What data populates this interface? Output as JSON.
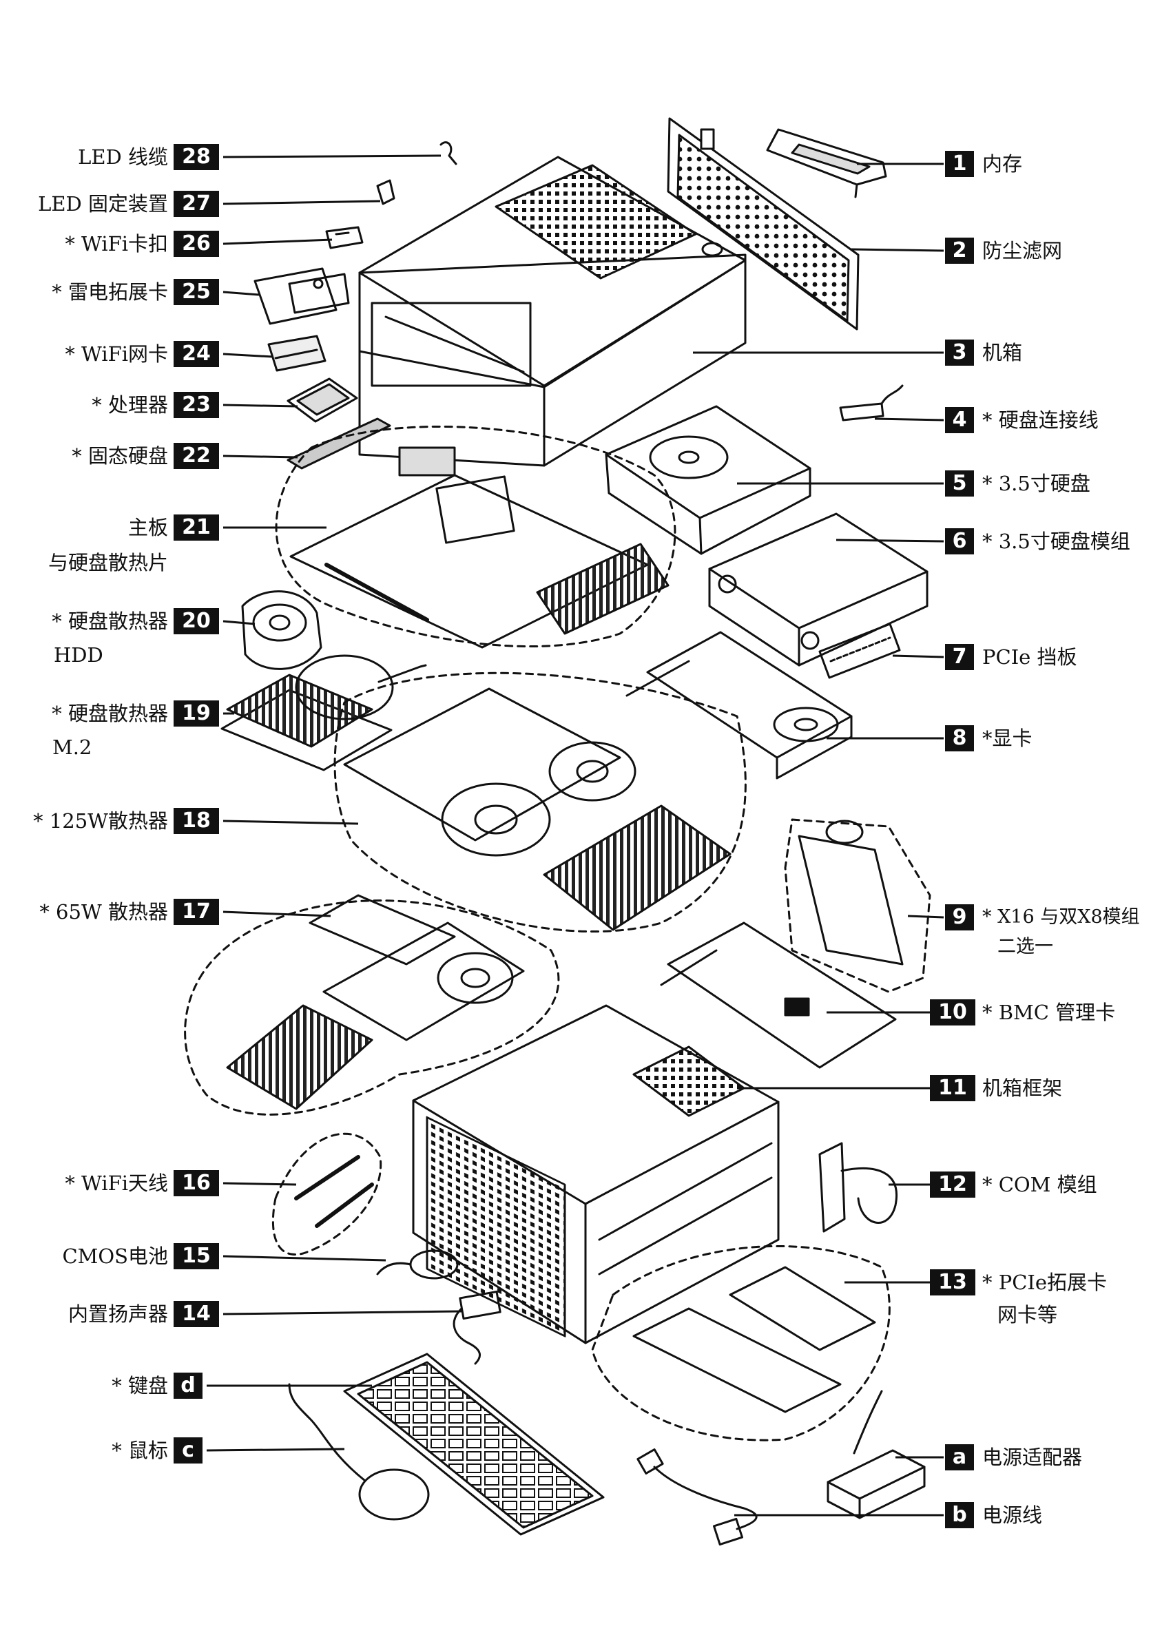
{
  "left": [
    {
      "id": "28",
      "lines": [
        "LED 线缆"
      ]
    },
    {
      "id": "27",
      "lines": [
        "LED 固定装置"
      ]
    },
    {
      "id": "26",
      "lines": [
        "* WiFi卡扣"
      ]
    },
    {
      "id": "25",
      "lines": [
        "* 雷电拓展卡"
      ]
    },
    {
      "id": "24",
      "lines": [
        "* WiFi网卡"
      ]
    },
    {
      "id": "23",
      "lines": [
        "* 处理器"
      ]
    },
    {
      "id": "22",
      "lines": [
        "* 固态硬盘"
      ]
    },
    {
      "id": "21",
      "lines": [
        "主板",
        "与硬盘散热片"
      ]
    },
    {
      "id": "20",
      "lines": [
        "* 硬盘散热器",
        "HDD"
      ]
    },
    {
      "id": "19",
      "lines": [
        "* 硬盘散热器",
        "M.2"
      ]
    },
    {
      "id": "18",
      "lines": [
        "* 125W散热器"
      ]
    },
    {
      "id": "17",
      "lines": [
        "* 65W 散热器"
      ]
    },
    {
      "id": "16",
      "lines": [
        "* WiFi天线"
      ]
    },
    {
      "id": "15",
      "lines": [
        "CMOS电池"
      ]
    },
    {
      "id": "14",
      "lines": [
        "内置扬声器"
      ]
    },
    {
      "id": "d",
      "lines": [
        "* 键盘"
      ]
    },
    {
      "id": "c",
      "lines": [
        "* 鼠标"
      ]
    }
  ],
  "right": [
    {
      "id": "1",
      "lines": [
        "内存"
      ]
    },
    {
      "id": "2",
      "lines": [
        "防尘滤网"
      ]
    },
    {
      "id": "3",
      "lines": [
        "机箱"
      ]
    },
    {
      "id": "4",
      "lines": [
        "* 硬盘连接线"
      ]
    },
    {
      "id": "5",
      "lines": [
        "* 3.5寸硬盘"
      ]
    },
    {
      "id": "6",
      "lines": [
        "* 3.5寸硬盘模组"
      ]
    },
    {
      "id": "7",
      "lines": [
        "PCIe 挡板"
      ]
    },
    {
      "id": "8",
      "lines": [
        "*显卡"
      ]
    },
    {
      "id": "9",
      "lines": [
        "* X16 与双X8模组",
        "二选一"
      ]
    },
    {
      "id": "10",
      "lines": [
        "* BMC 管理卡"
      ]
    },
    {
      "id": "11",
      "lines": [
        "机箱框架"
      ]
    },
    {
      "id": "12",
      "lines": [
        "* COM 模组"
      ]
    },
    {
      "id": "13",
      "lines": [
        "* PCIe拓展卡",
        "网卡等"
      ]
    },
    {
      "id": "a",
      "lines": [
        "电源适配器"
      ]
    },
    {
      "id": "b",
      "lines": [
        "电源线"
      ]
    }
  ]
}
